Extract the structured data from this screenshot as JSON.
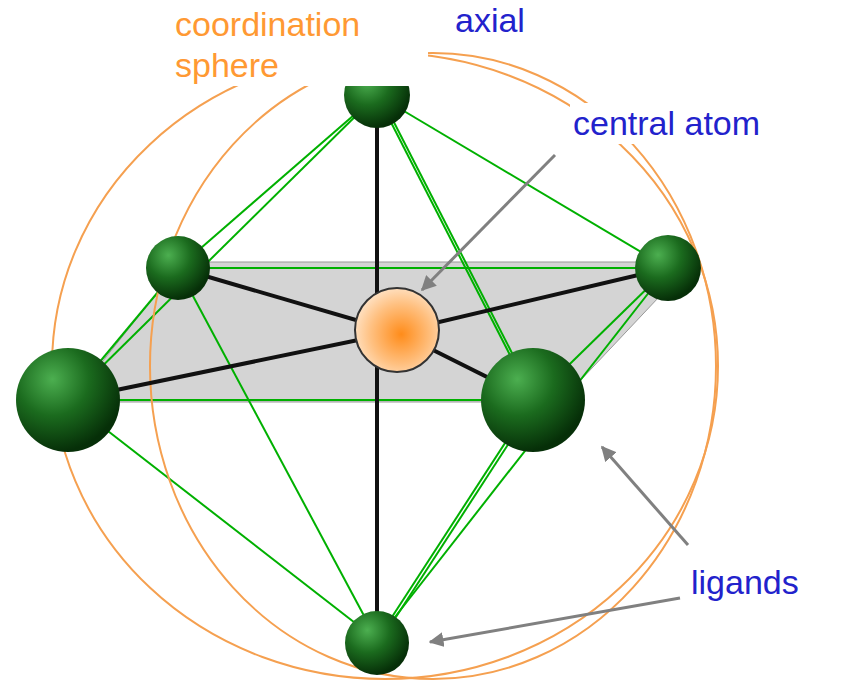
{
  "diagram": {
    "labels": [
      "coordination sphere",
      "axial",
      "central atom",
      "ligands"
    ]
  }
}
